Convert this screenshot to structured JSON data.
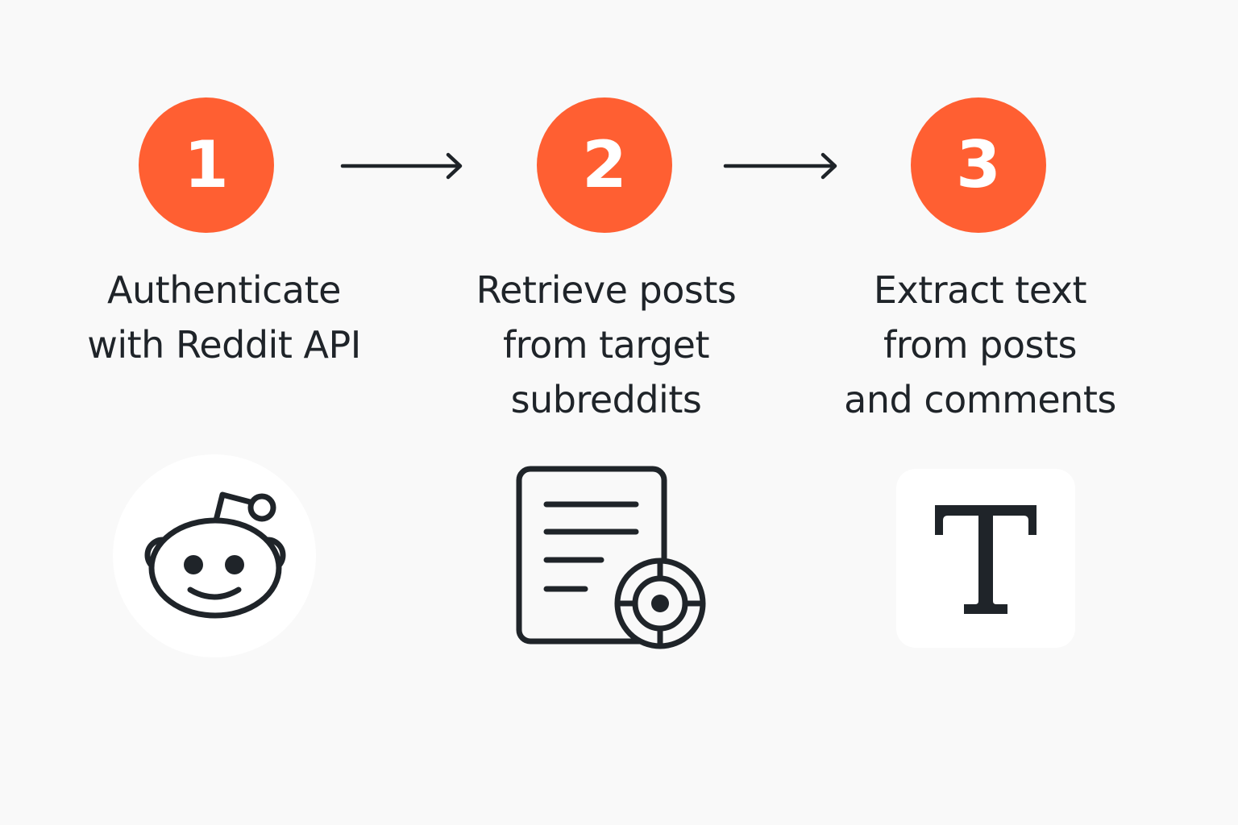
{
  "steps": [
    {
      "number": "1",
      "label_lines": [
        "Authenticate",
        "with Reddit API"
      ],
      "icon": "reddit-icon"
    },
    {
      "number": "2",
      "label_lines": [
        "Retrieve posts",
        "from target",
        "subreddits"
      ],
      "icon": "document-target-icon"
    },
    {
      "number": "3",
      "label_lines": [
        "Extract text",
        "from posts",
        "and comments"
      ],
      "icon": "text-t-icon"
    }
  ],
  "colors": {
    "accent": "#ff5f32",
    "ink": "#1f2429",
    "background": "#f9f9f9",
    "icon_tile": "#ffffff"
  }
}
